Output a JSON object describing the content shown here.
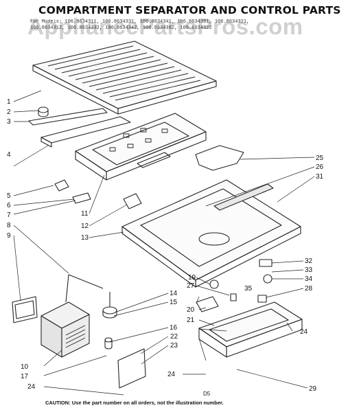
{
  "header": {
    "title": "COMPARTMENT SEPARATOR AND CONTROL PARTS",
    "models": [
      "For Models: 106.8634311, 106.8634331, 106.8634341, 106.8634381, 106.8634321,",
      "106.8634312, 106.8634332, 106.8634342, 106.8634382, 106.8634322"
    ]
  },
  "watermark": "AppliancePartsPros.com",
  "page_mark": "D5",
  "caution": "CAUTION: Use the part number on all orders, not the illustration number.",
  "callouts": [
    "1",
    "2",
    "3",
    "4",
    "5",
    "6",
    "7",
    "8",
    "9",
    "10",
    "11",
    "12",
    "13",
    "14",
    "15",
    "16",
    "17",
    "19",
    "20",
    "21",
    "22",
    "23",
    "24",
    "24",
    "24",
    "25",
    "26",
    "27",
    "28",
    "29",
    "31",
    "32",
    "33",
    "34",
    "35"
  ]
}
